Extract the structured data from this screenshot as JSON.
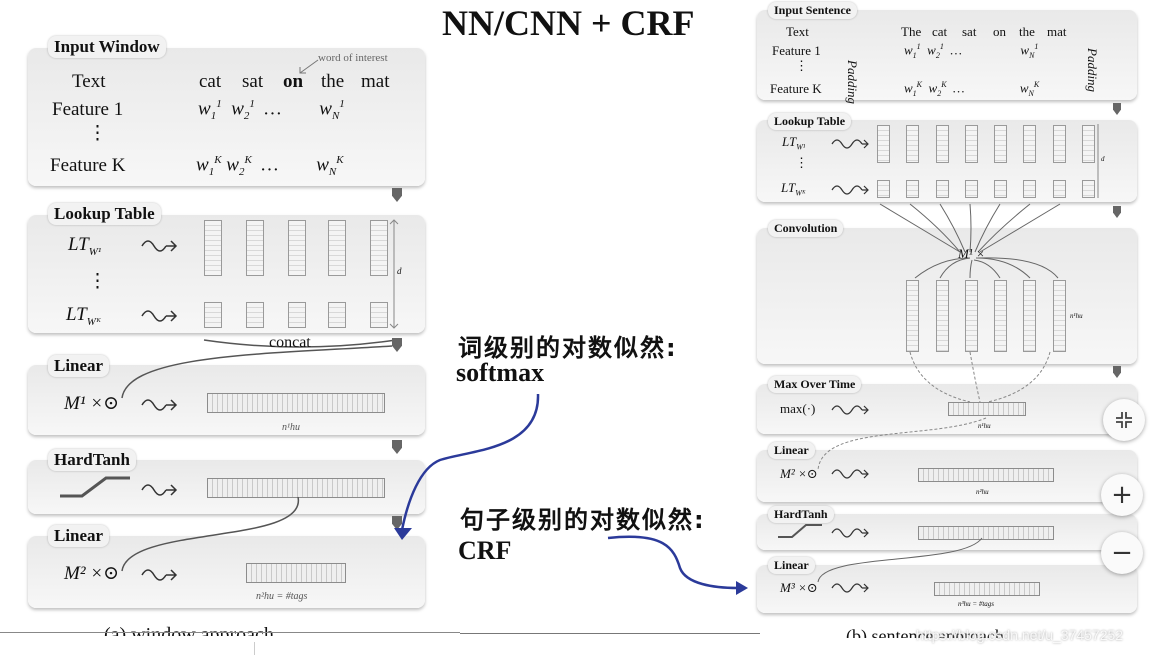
{
  "title": "NN/CNN + CRF",
  "left": {
    "input_window": {
      "tag": "Input Window",
      "word_of_interest": "word of interest",
      "text_label": "Text",
      "feature1": "Feature 1",
      "featureK": "Feature K",
      "vdots": "⋮",
      "words": [
        "cat",
        "sat",
        "on",
        "the",
        "mat"
      ]
    },
    "lookup": {
      "tag": "Lookup Table",
      "lt1": "LT",
      "lt1_sub": "W¹",
      "ltk": "LT",
      "ltk_sub": "Wᴷ",
      "d": "d"
    },
    "concat": "concat",
    "linear1": {
      "tag": "Linear",
      "m": "M¹ ×⊙",
      "n": "n¹hu"
    },
    "hardtanh": {
      "tag": "HardTanh"
    },
    "linear2": {
      "tag": "Linear",
      "m": "M² ×⊙",
      "n": "n²hu = #tags"
    },
    "caption": "(a) window approach"
  },
  "annotations": {
    "word_level": "词级别的对数似然:",
    "softmax": "softmax",
    "sentence_level": "句子级别的对数似然:",
    "crf": "CRF",
    "arrow_color": "#2b3a9a"
  },
  "right": {
    "input_sentence": {
      "tag": "Input Sentence",
      "text_label": "Text",
      "feature1": "Feature 1",
      "featureK": "Feature K",
      "padding": "Padding",
      "words": [
        "The",
        "cat",
        "sat",
        "on",
        "the",
        "mat"
      ]
    },
    "lookup": {
      "tag": "Lookup Table",
      "lt1": "LT",
      "lt1_sub": "W¹",
      "ltk": "LT",
      "ltk_sub": "Wᴷ",
      "d": "d"
    },
    "convolution": {
      "tag": "Convolution",
      "m": "M¹ ×",
      "n": "n¹hu"
    },
    "max_over_time": {
      "tag": "Max Over Time",
      "fn": "max(·)",
      "n": "n¹hu"
    },
    "linear2": {
      "tag": "Linear",
      "m": "M² ×⊙",
      "n": "n²hu"
    },
    "hardtanh": {
      "tag": "HardTanh"
    },
    "linear3": {
      "tag": "Linear",
      "m": "M³ ×⊙",
      "n": "n³hu = #tags"
    },
    "caption": "(b) sentence approach"
  },
  "watermark": "https://blog.csdn.net/u_37457252",
  "controls": {
    "collapse_icon": "collapse-icon",
    "zoom_in": "+",
    "zoom_out": "−"
  }
}
